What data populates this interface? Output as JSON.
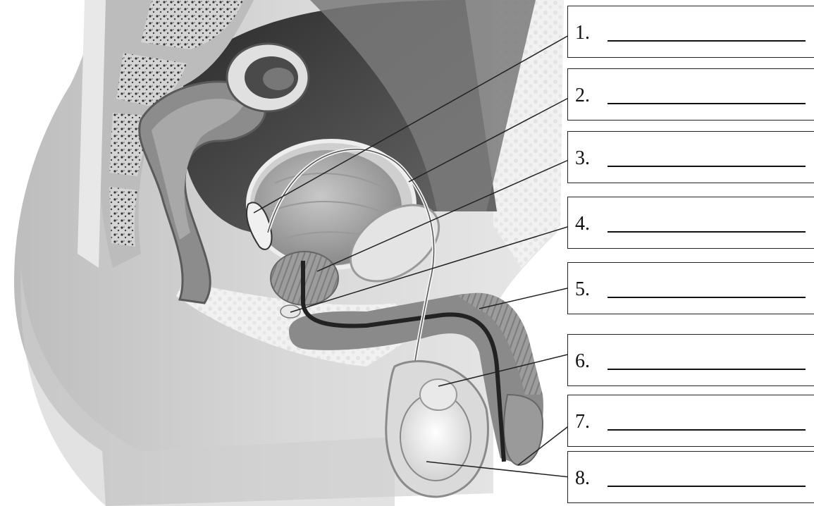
{
  "labels": [
    {
      "number": "1.",
      "blank": ""
    },
    {
      "number": "2.",
      "blank": ""
    },
    {
      "number": "3.",
      "blank": ""
    },
    {
      "number": "4.",
      "blank": ""
    },
    {
      "number": "5.",
      "blank": ""
    },
    {
      "number": "6.",
      "blank": ""
    },
    {
      "number": "7.",
      "blank": ""
    },
    {
      "number": "8.",
      "blank": ""
    }
  ],
  "colors": {
    "background": "#ffffff",
    "skin": "#d9d9d9",
    "tissue_dark": "#5a5a5a",
    "tissue_mid": "#9a9a9a",
    "tissue_light": "#e6e6e6",
    "leader_line": "#222222"
  }
}
